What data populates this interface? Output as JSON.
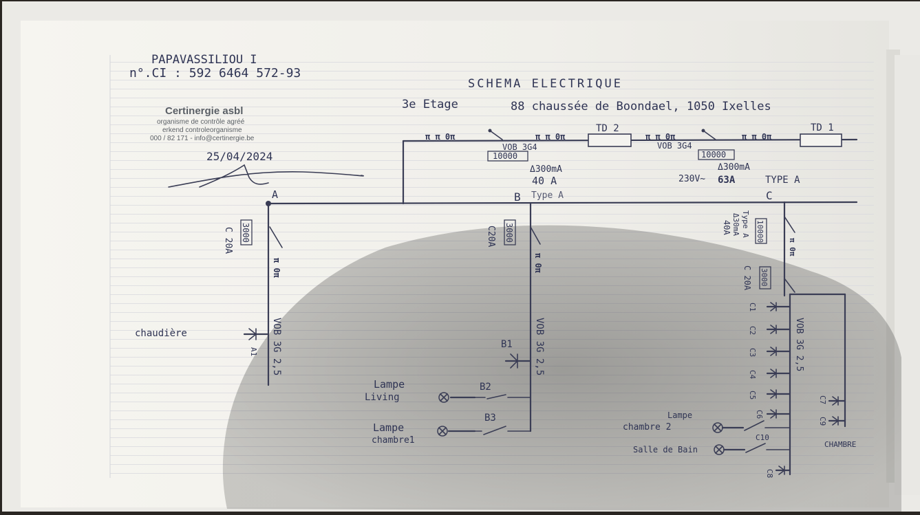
{
  "owner": {
    "name": "PAPAVASSILIOU I",
    "ci": "n°.CI : 592 6464 572-93"
  },
  "stamp": {
    "org": "Certinergie asbl",
    "line1": "organisme de contrôle agréé",
    "line2": "erkend controleorganisme",
    "line3": "000 / 82 171 - info@certinergie.be",
    "date": "25/04/2024"
  },
  "header": {
    "title": "SCHEMA ELECTRIQUE",
    "floor": "3e Etage",
    "address": "88 chaussée de Boondael, 1050 Ixelles"
  },
  "main_line": {
    "td2": "TD 2",
    "td1": "TD 1",
    "vob1": "VOB 3G4",
    "vob2": "VOB 3G4",
    "box1": "10000",
    "box2": "10000",
    "diff1": "Δ300mA",
    "diff1_amp": "40 A",
    "diff2": "Δ300mA",
    "diff2_amp": "63A",
    "volt": "230V~",
    "type_b": "Type A",
    "type_c": "TYPE A"
  },
  "nodes": {
    "a": "A",
    "b": "B",
    "c": "C"
  },
  "circuit_a": {
    "box": "3000",
    "breaker": "C 20A",
    "cable": "VOB 3G 2,5",
    "load": "chaudière",
    "point": "A1"
  },
  "circuit_b": {
    "box": "3000",
    "breaker": "C20A",
    "cable": "VOB 3G 2,5",
    "b1": "B1",
    "b2": "B2",
    "b3": "B3",
    "lamp1": "Lampe",
    "lamp1_room": "Living",
    "lamp2": "Lampe",
    "lamp2_room": "chambre1"
  },
  "circuit_c": {
    "box1": "10000",
    "box2": "3000",
    "diff_type": "Type A",
    "diff": "Δ30mA",
    "diff_amp": "40A",
    "breaker": "C 20A",
    "cable": "VOB 3G 2,5",
    "points": [
      "C1",
      "C2",
      "C3",
      "C4",
      "C5",
      "C6"
    ],
    "c7": "C7",
    "c8": "C8",
    "c9": "C9",
    "c10": "C10",
    "lamp3": "Lampe",
    "lamp3_room": "chambre 2",
    "bath": "Salle de Bain",
    "chambre": "CHAMBRE"
  }
}
